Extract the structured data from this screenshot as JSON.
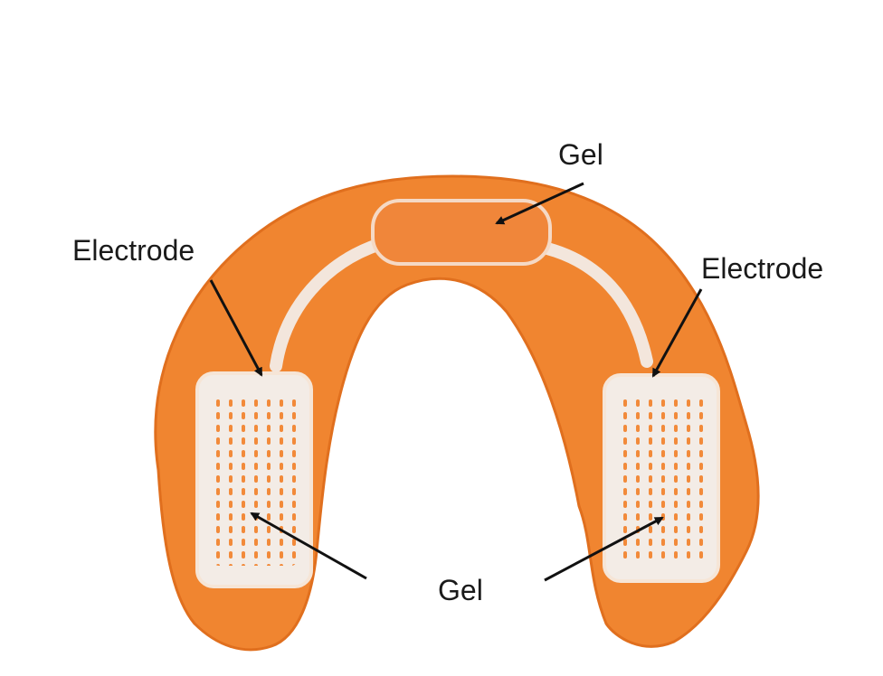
{
  "labels": {
    "gel_top": "Gel",
    "electrode_left": "Electrode",
    "electrode_right": "Electrode",
    "gel_bottom": "Gel"
  },
  "colors": {
    "pad_body": "#f08530",
    "pad_edge": "#e06f1e",
    "gel_center": "#f0863a",
    "electrode": "#f3ece6",
    "electrode_dots": "#f28a3a",
    "arrow": "#111111"
  },
  "icons": {
    "arrow": "arrow-pointer-icon"
  }
}
